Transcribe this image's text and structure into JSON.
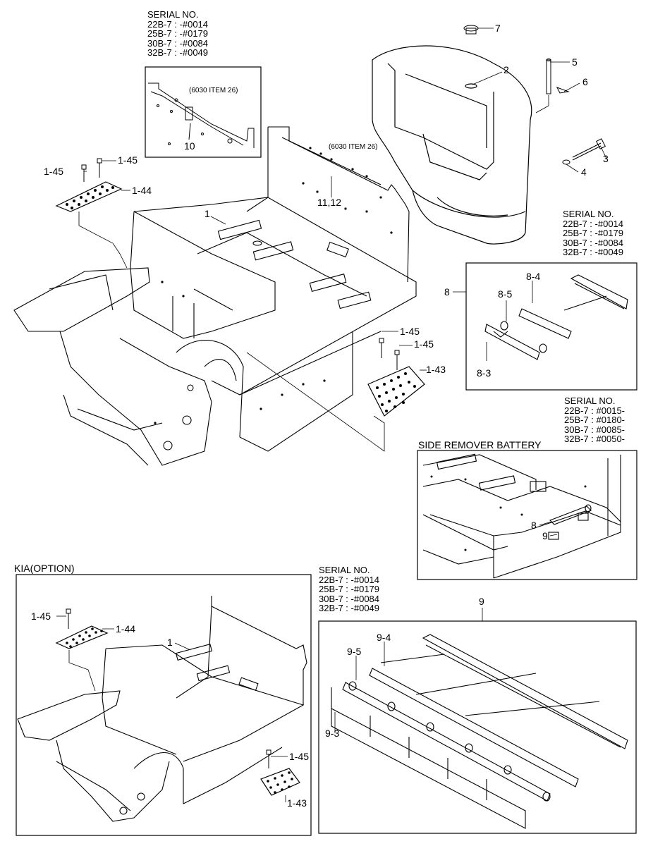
{
  "serial_blocks": {
    "top": {
      "header": "SERIAL NO.",
      "lines": [
        "22B-7 : -#0014",
        "25B-7 : -#0179",
        "30B-7 : -#0084",
        "32B-7 : -#0049"
      ]
    },
    "right_upper": {
      "header": "SERIAL NO.",
      "lines": [
        "22B-7 : -#0014",
        "25B-7 : -#0179",
        "30B-7 : -#0084",
        "32B-7 : -#0049"
      ]
    },
    "right_middle": {
      "header": "SERIAL NO.",
      "lines": [
        "22B-7 : #0015-",
        "25B-7 : #0180-",
        "30B-7 : #0085-",
        "32B-7 : #0050-"
      ]
    },
    "bottom": {
      "header": "SERIAL NO.",
      "lines": [
        "22B-7 : -#0014",
        "25B-7 : -#0179",
        "30B-7 : -#0084",
        "32B-7 : -#0049"
      ]
    }
  },
  "titles": {
    "side_remover": "SIDE REMOVER BATTERY",
    "kia_option": "KIA(OPTION)"
  },
  "notes": {
    "item26_a": "(6030 ITEM 26)",
    "item26_b": "(6030 ITEM 26)"
  },
  "callouts": {
    "c7": "7",
    "c2": "2",
    "c5": "5",
    "c6": "6",
    "c3": "3",
    "c4": "4",
    "c10": "10",
    "c11_12": "11,12",
    "c1": "1",
    "c1_45_a": "1-45",
    "c1_45_b": "1-45",
    "c1_44": "1-44",
    "c1_45_c": "1-45",
    "c1_45_d": "1-45",
    "c1_43": "1-43",
    "c8": "8",
    "c8_4": "8-4",
    "c8_5": "8-5",
    "c8_3": "8-3",
    "c8_side": "8",
    "c9_side": "9",
    "k1_45": "1-45",
    "k1_44": "1-44",
    "k1": "1",
    "k1_45_b": "1-45",
    "k1_43": "1-43",
    "c9": "9",
    "c9_4": "9-4",
    "c9_5": "9-5",
    "c9_3": "9-3"
  }
}
